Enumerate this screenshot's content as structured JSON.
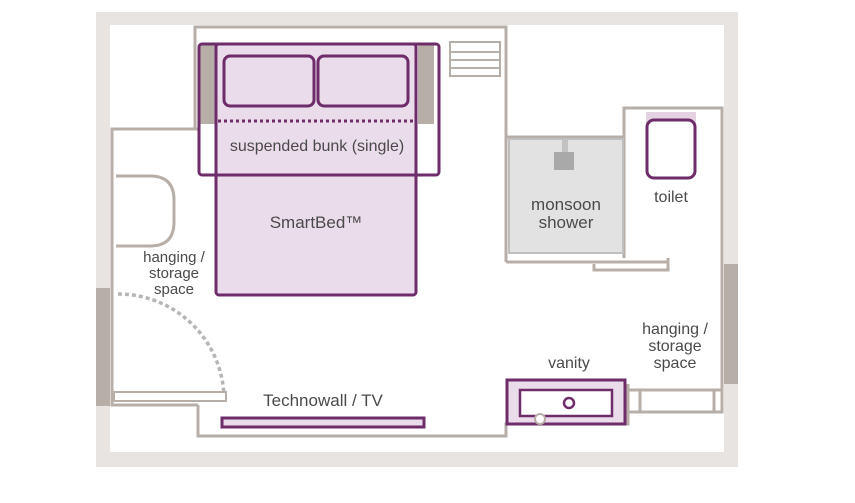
{
  "labels": {
    "bunk": "suspended bunk (single)",
    "bed": "SmartBed™",
    "hanging_left": "hanging /\nstorage\nspace",
    "shower": "monsoon\nshower",
    "toilet": "toilet",
    "hanging_right": "hanging /\nstorage\nspace",
    "vanity": "vanity",
    "technowall": "Technowall / TV"
  },
  "colors": {
    "outer_wall": "#e8e4e1",
    "wall_line": "#b8aea8",
    "accent": "#6e2c6a",
    "accent_fill": "#eadcea",
    "shower_fill": "#e2e2e2",
    "text": "#4a4a4a"
  }
}
